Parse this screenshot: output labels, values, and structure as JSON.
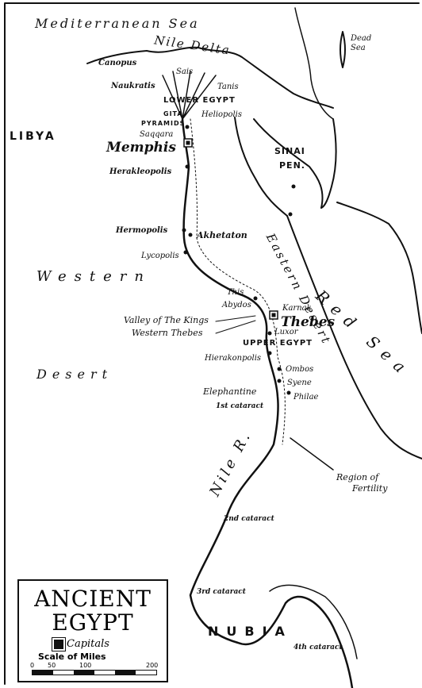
{
  "title_line1": "ANCIENT",
  "title_line2": "EGYPT",
  "legend": {
    "capitals": "Capitals",
    "scale": "Scale of Miles",
    "ticks": [
      "0",
      "50",
      "100",
      "200"
    ]
  },
  "seas": {
    "mediterranean": "Mediterranean Sea",
    "dead": [
      "Dead",
      "Sea"
    ],
    "red": "Red Sea"
  },
  "regions": {
    "libya": "LIBYA",
    "western": "Western",
    "desert": "Desert",
    "eastern_desert": "Eastern Desert",
    "sinai": [
      "SINAI",
      "PEN."
    ],
    "nubia": "NUBIA",
    "nile_delta": "Nile Delta",
    "lower_egypt": "LOWER EGYPT",
    "upper_egypt": "UPPER EGYPT",
    "nile_r": "Nile R.",
    "region_of_fertility": [
      "Region of",
      "Fertility"
    ]
  },
  "places": {
    "canopus": "Canopus",
    "sais": "Sais",
    "naukratis": "Naukratis",
    "tanis": "Tanis",
    "gita": "GITA",
    "pyramids": "PYRAMIDS",
    "heliopolis": "Heliopolis",
    "saqqara": "Saqqara",
    "memphis": "Memphis",
    "herakleopolis": "Herakleopolis",
    "hermopolis": "Hermopolis",
    "akhetaton": "Akhetaton",
    "lycopolis": "Lycopolis",
    "this": "This",
    "abydos": "Abydos",
    "valley_kings": "Valley of The Kings",
    "western_thebes": "Western Thebes",
    "karnak": "Karnak",
    "thebes": "Thebes",
    "luxor": "Luxor",
    "hierakonpolis": "Hierakonpolis",
    "ombos": "Ombos",
    "syene": "Syene",
    "elephantine": "Elephantine",
    "philae": "Philae",
    "cataract1": "1st cataract",
    "cataract2": "2nd cataract",
    "cataract3": "3rd cataract",
    "cataract4": "4th cataract"
  }
}
